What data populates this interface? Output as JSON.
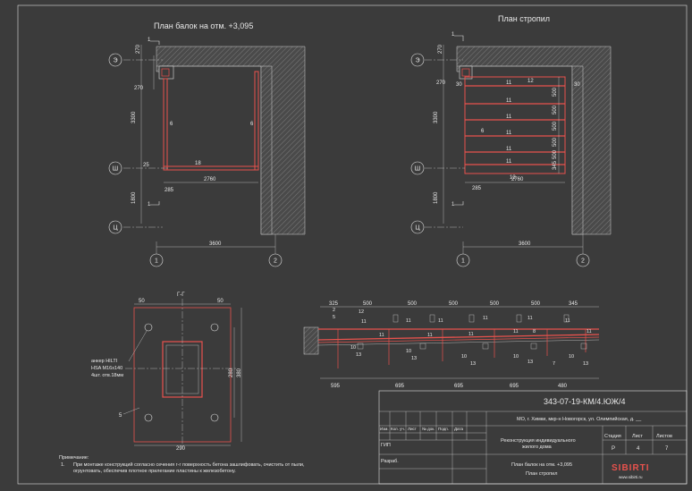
{
  "plan1": {
    "title": "План балок на отм. +3,095",
    "axis_e": "Э",
    "axis_sh": "Ш",
    "axis_ts": "Ц",
    "axis_1": "1",
    "axis_2": "2",
    "dim_270a": "270",
    "dim_270b": "270",
    "dim_3300": "3300",
    "dim_1800": "1800",
    "dim_25": "25",
    "dim_285": "285",
    "dim_2760": "2760",
    "dim_3600": "3600",
    "lbl_6a": "6",
    "lbl_6b": "6",
    "lbl_18": "18",
    "cut_top": "1",
    "cut_bot": "1"
  },
  "plan2": {
    "title": "План стропил",
    "axis_e": "Э",
    "axis_sh": "Ш",
    "axis_ts": "Ц",
    "axis_1": "1",
    "axis_2": "2",
    "dim_270a": "270",
    "dim_270b": "270",
    "dim_30a": "30",
    "dim_30b": "30",
    "dim_12": "12",
    "dim_3300": "3300",
    "dim_1800": "1800",
    "dim_285": "285",
    "dim_2760": "2760",
    "dim_3600": "3600",
    "lbl_6": "6",
    "lbl_13": "13",
    "rafter_labels": [
      "11",
      "11",
      "11",
      "11",
      "11",
      "11"
    ],
    "spacings": [
      "500",
      "500",
      "500",
      "500",
      "500",
      "345"
    ],
    "cut_top": "1",
    "cut_bot": "1"
  },
  "detail_gg": {
    "title": "Г-Г",
    "dim_50a": "50",
    "dim_50b": "50",
    "dim_280": "280",
    "dim_380": "380",
    "dim_290": "290",
    "anchor_note_1": "анкер HILTI",
    "anchor_note_2": "HSA M16x140",
    "anchor_note_3": "4шт. отв.18мм",
    "lbl_5": "5"
  },
  "section": {
    "top_dims": [
      "325",
      "500",
      "500",
      "500",
      "500",
      "500",
      "345"
    ],
    "bottom_dims": [
      "595",
      "695",
      "695",
      "695",
      "480"
    ],
    "labels": [
      "2",
      "5",
      "12",
      "11",
      "11",
      "11",
      "11",
      "11",
      "11",
      "11",
      "11",
      "11",
      "11",
      "11",
      "8",
      "10",
      "13",
      "10",
      "13",
      "10",
      "13",
      "10",
      "13",
      "10",
      "13",
      "7"
    ]
  },
  "note": {
    "title": "Примечание:",
    "num": "1.",
    "line1": "При монтаже конструкций согласно сечения г-г поверхность бетона  зашлифовать, очистить от пыли,",
    "line2": "огрунтовать, обеспечив плотное прилегание пластины к железобетону."
  },
  "title_block": {
    "code": "343-07-19-КМ/4.ЮЖ/4",
    "address": "МО, г. Химки, мкр-н Новогорск, ул. Олимпийская, д. __",
    "project_1": "Реконструкция индивидуального",
    "project_2": "жилого дома",
    "sheet_1": "План балок на отм. +3,095",
    "sheet_2": "План стропил",
    "col_izm": "Изм.",
    "col_kol": "Кол. уч.",
    "col_list": "Лист",
    "col_ndok": "№ док.",
    "col_podp": "Подп.",
    "col_data": "Дата",
    "gip": "ГИП",
    "razrab": "Разраб.",
    "stadia": "Стадия",
    "list": "Лист",
    "listov": "Листов",
    "stadia_val": "Р",
    "list_val": "4",
    "listov_val": "7",
    "logo": "SIBIRTI",
    "logo_sub": "www.sibirti.ru"
  }
}
